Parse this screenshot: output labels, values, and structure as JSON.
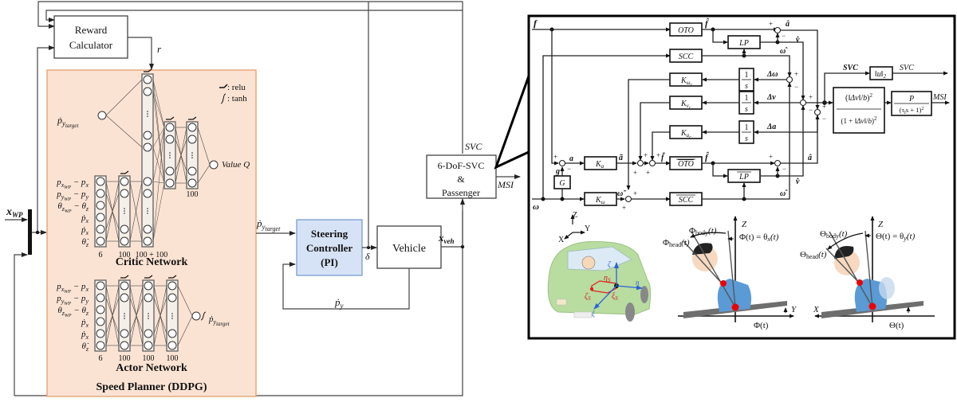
{
  "left_diagram": {
    "reward_block": {
      "line1": "Reward",
      "line2": "Calculator"
    },
    "reward_signal": "r",
    "legend": {
      "relu": ": relu",
      "tanh": ": tanh"
    },
    "critic": {
      "extra_input": "ṗ",
      "extra_input_sub": "y",
      "extra_input_subsub": "target",
      "output": "Value Q",
      "layer_sizes": [
        "6",
        "100",
        "100 + 100",
        "100"
      ],
      "title": "Critic Network"
    },
    "inputs": [
      {
        "main": "p",
        "sub": "x",
        "subsub": "WP",
        "rest": " − p",
        "rest_sub": "x"
      },
      {
        "main": "p",
        "sub": "y",
        "subsub": "WP",
        "rest": " − p",
        "rest_sub": "y"
      },
      {
        "main": "θ",
        "sub": "z",
        "subsub": "WP",
        "rest": " − θ",
        "rest_sub": "z"
      },
      {
        "main": "ṗ",
        "sub": "x",
        "subsub": "",
        "rest": "",
        "rest_sub": ""
      },
      {
        "main": "ṗ",
        "sub": "x",
        "subsub": "",
        "rest": "",
        "rest_sub": ""
      },
      {
        "main": "θ̇",
        "sub": "z",
        "subsub": "",
        "rest": "",
        "rest_sub": ""
      }
    ],
    "actor": {
      "output_main": "ṗ",
      "output_sub": "y",
      "output_subsub": "target",
      "layer_sizes": [
        "6",
        "100",
        "100",
        "100"
      ],
      "title": "Actor Network"
    },
    "planner_title": "Speed Planner (DDPG)",
    "x_wp": {
      "main": "x",
      "sub": "WP"
    },
    "target_signal": {
      "main": "ṗ",
      "sub": "y",
      "subsub": "target"
    },
    "steering_block": {
      "line1": "Steering",
      "line2": "Controller",
      "line3": "(PI)"
    },
    "delta": "δ",
    "vehicle_block": "Vehicle",
    "x_veh": {
      "main": "x",
      "sub": "veh"
    },
    "py_feedback": {
      "main": "ṗ",
      "sub": "y"
    },
    "svc_block": {
      "line1": "6-DoF-SVC",
      "line2": "&",
      "line3": "Passenger"
    },
    "svc_out": "SVC",
    "msi_out": "MSI"
  },
  "right_diagram": {
    "f_in": "f",
    "omega_in": "ω",
    "blocks": {
      "oto": "OTO",
      "lp": "LP",
      "scc": "SCC",
      "k_omega_c": {
        "main": "K",
        "sub": "ω",
        "subsub": "c"
      },
      "k_v_c": {
        "main": "K",
        "sub": "v",
        "subsub": "c"
      },
      "k_a_c": {
        "main": "K",
        "sub": "a",
        "subsub": "c"
      },
      "integrator": {
        "num": "1",
        "den": "s"
      },
      "k_a": {
        "main": "K",
        "sub": "a"
      },
      "k_omega": {
        "main": "K",
        "sub": "ω"
      },
      "g": "G",
      "oto_bar": "OTO",
      "lp_bar": "LP",
      "scc_bar": "SCC",
      "norm": "‖u‖",
      "norm_sub": "2",
      "msi_tf_num": "P",
      "msi_tf_den": "(τ",
      "msi_tf_den2": "s + 1)",
      "msi_tf_den_sub": "I",
      "msi_tf_den_pow": "2",
      "nl_num": "‖Δv‖",
      "nl_den": "b",
      "nl_one": "1 +",
      "nl_pow": "2"
    },
    "signals": {
      "f_hat": "f̂",
      "a_hat": "â",
      "v_hat": "v̂",
      "omega_hat": "ω̂",
      "d_omega": "Δω",
      "d_v": "Δv",
      "d_a": "Δa",
      "a_hat2": "â",
      "v_hat2": "v̂",
      "omega_hat2": "ω̂",
      "a": "a",
      "g": "g",
      "a_tilde": "ã",
      "omega_tilde": "ω̃",
      "f_tilde": "f̃",
      "f_hat_tilde": "f̂",
      "svc_lbl": "SVC",
      "svc_out": "SVC",
      "msi_out": "MSI",
      "plus": "+",
      "minus": "−"
    },
    "car_axes": {
      "z": "Z",
      "y": "Y",
      "x": "X",
      "zeta": "ζ",
      "eta": "η",
      "xi": "ξ",
      "eta_s": "η",
      "xi_s": "ξ",
      "zeta_s": "ζ",
      "s": "S"
    },
    "roll": {
      "z": "Z",
      "y": "Y",
      "body": "Φ",
      "body_sub": "body",
      "head": "Φ",
      "head_sub": "head",
      "t": "(t)",
      "eq": "Φ(t) = θ",
      "eq_sub": "x",
      "eq_t": "(t)",
      "angle": "Φ(t)"
    },
    "pitch": {
      "z": "Z",
      "x": "X",
      "body": "Θ",
      "body_sub": "body",
      "head": "Θ",
      "head_sub": "head",
      "t": "(t)",
      "eq": "Θ(t) = θ",
      "eq_sub": "y",
      "eq_t": "(t)",
      "angle": "Θ(t)"
    }
  }
}
